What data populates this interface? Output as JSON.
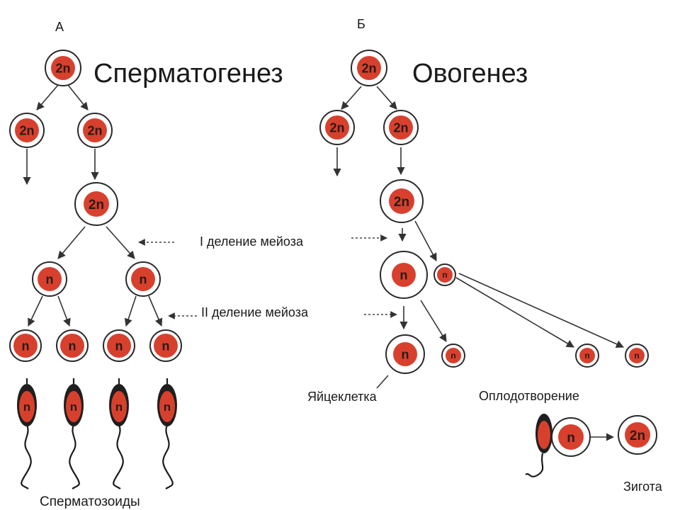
{
  "panel_a": {
    "letter": "А",
    "title": "Сперматогенез",
    "caption": "Сперматозоиды"
  },
  "panel_b": {
    "letter": "Б",
    "title": "Овогенез",
    "egg_caption": "Яйцеклетка",
    "fert_caption": "Оплодотворение",
    "zygote_caption": "Зигота"
  },
  "middle": {
    "meiosis1": "I деление мейоза",
    "meiosis2": "II деление мейоза"
  },
  "cell_labels": {
    "diploid": "2n",
    "haploid": "n"
  },
  "colors": {
    "nucleus": "#d8402e",
    "outline": "#2a2a2a",
    "text": "#1a1a1a"
  }
}
